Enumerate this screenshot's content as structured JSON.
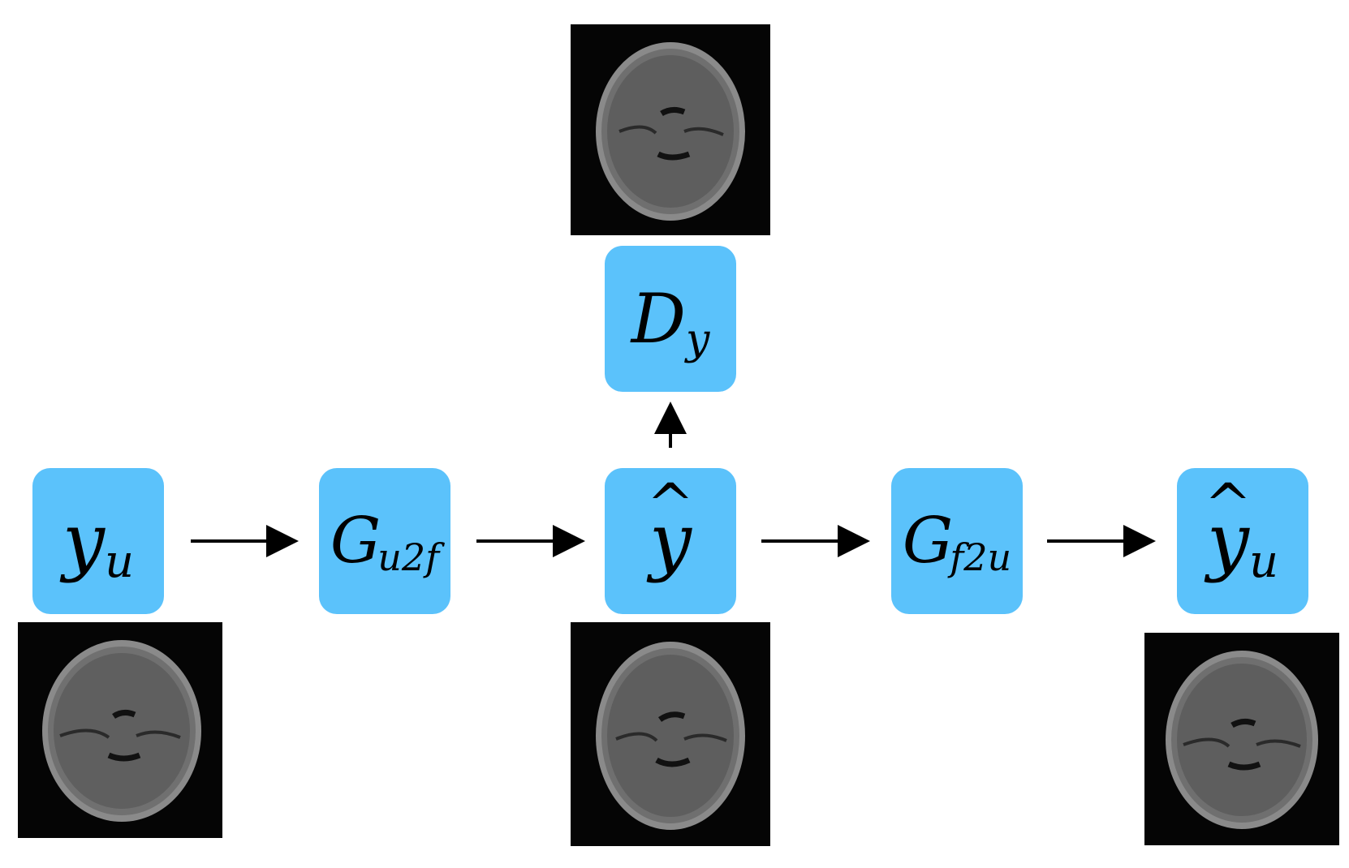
{
  "nodes": {
    "y_u": {
      "base": "y",
      "sub": "u"
    },
    "g_u2f": {
      "base": "G",
      "sub": "u2f"
    },
    "y_hat": {
      "base": "y",
      "hat": "^"
    },
    "g_f2u": {
      "base": "G",
      "sub": "f2u"
    },
    "y_hat_u": {
      "base": "y",
      "hat": "^",
      "sub": "u"
    },
    "d_y": {
      "base": "D",
      "sub": "y"
    }
  },
  "colors": {
    "node_fill": "#5bc2fb",
    "arrow": "#000000",
    "scan_bg": "#050505"
  }
}
